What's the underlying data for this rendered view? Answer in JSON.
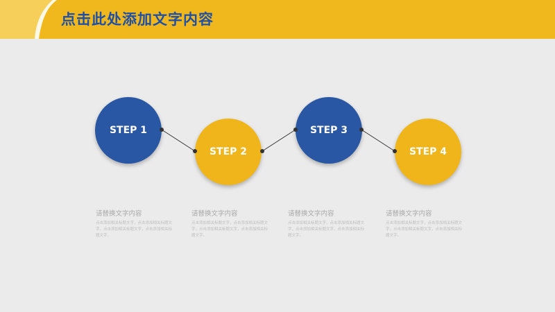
{
  "title": "点击此处添加文字内容",
  "colors": {
    "accent": "#f0b81c",
    "primary": "#2957a4",
    "background": "#ebebeb"
  },
  "steps": [
    {
      "label": "STEP 1",
      "color": "blue",
      "desc_title": "请替换文字内容",
      "desc_body": "点击添加相关标题文字，点击添加相关标题文字，点击添加相关标题文字，点击添加相关标题文字。"
    },
    {
      "label": "STEP 2",
      "color": "yellow",
      "desc_title": "请替换文字内容",
      "desc_body": "点击添加相关标题文字，点击添加相关标题文字，点击添加相关标题文字，点击添加相关标题文字。"
    },
    {
      "label": "STEP 3",
      "color": "blue",
      "desc_title": "请替换文字内容",
      "desc_body": "点击添加相关标题文字，点击添加相关标题文字，点击添加相关标题文字，点击添加相关标题文字。"
    },
    {
      "label": "STEP 4",
      "color": "yellow",
      "desc_title": "请替换文字内容",
      "desc_body": "点击添加相关标题文字，点击添加相关标题文字，点击添加相关标题文字，点击添加相关标题文字。"
    }
  ]
}
